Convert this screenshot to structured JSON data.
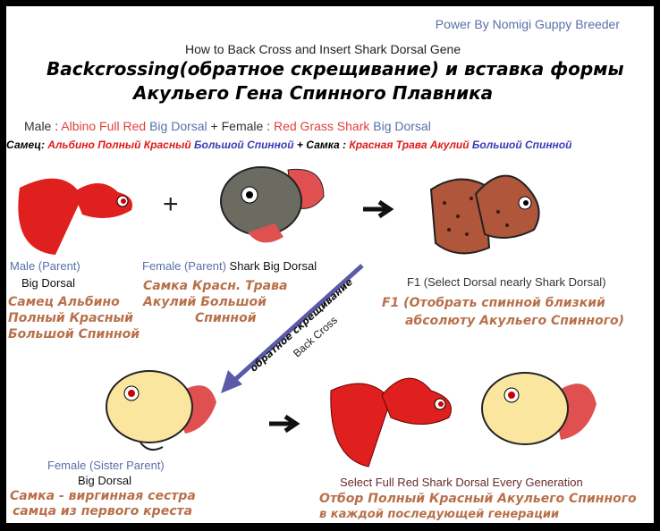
{
  "credit": "Power By Nomigi Guppy Breeder",
  "title_en": "How to Back Cross and Insert Shark Dorsal Gene",
  "title_ru_line1": "Backcrossing(обратное скрещивание) и вставка формы",
  "title_ru_line2": "Акульего Гена Спинного Плавника",
  "cross_en": {
    "male_label": "Male : ",
    "male_color": "Albino Full Red ",
    "male_type": "Big Dorsal",
    "plus_female": "  + Female : ",
    "female_color": "Red Grass Shark ",
    "female_type": "Big Dorsal"
  },
  "cross_ru": {
    "male_label": "Самец: ",
    "male_color": "Альбино Полный Красный ",
    "male_type": " Большой Спинной ",
    "plus_female": " + Самка : ",
    "female_color": "Красная Трава Акулий ",
    "female_type": "Большой Спинной"
  },
  "male_parent": {
    "role": "Male (Parent)",
    "type": "Big Dorsal",
    "ru_line1": "Самец Альбино",
    "ru_line2": "Полный Красный",
    "ru_line3": "Большой Спинной"
  },
  "female_parent": {
    "role": "Female (Parent)",
    "type": "Shark Big Dorsal",
    "ru_line1": "Самка Красн. Трава",
    "ru_line2": "Акулий Большой",
    "ru_line3": "Спинной"
  },
  "plus_sign": "+",
  "backcross": {
    "ru": "обратное скрещивание",
    "en": "Back Cross"
  },
  "f1": {
    "en": "F1 (Select Dorsal nearly Shark Dorsal)",
    "ru_line1": "F1  (Отобрать спинной  близкий",
    "ru_line2": "абсолюту Акульего Спинного)"
  },
  "sister": {
    "role": "Female (Sister Parent)",
    "type": "Big Dorsal",
    "ru_line1": "Самка - виргинная сестра",
    "ru_line2": "самца из первого креста"
  },
  "select": {
    "en": "Select Full Red Shark Dorsal Every Generation",
    "ru_line1": "Отбор Полный Красный Акульего Спинного",
    "ru_line2": "в каждой последующей генерации"
  },
  "colors": {
    "red_fish": "#e0201e",
    "shark_grey": "#6b6b62",
    "f1_brown": "#b0563a",
    "yellow_fish": "#fbe6a0",
    "backcross_arrow": "#5a5aa8"
  }
}
